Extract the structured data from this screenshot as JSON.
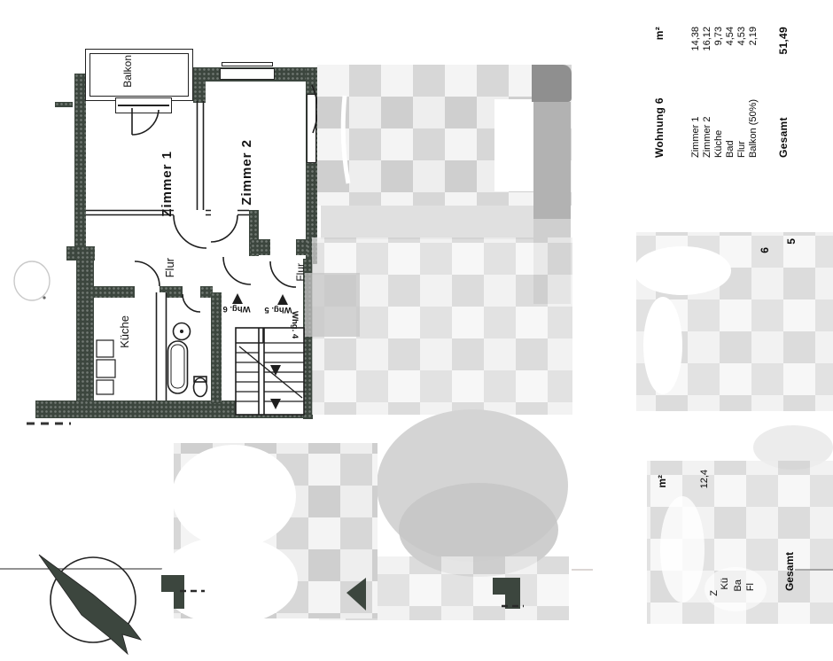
{
  "table_wohnung6": {
    "title": "Wohnung 6",
    "unit": "m²",
    "rows": [
      {
        "label": "Zimmer 1",
        "value": "14,38"
      },
      {
        "label": "Zimmer 2",
        "value": "16,12"
      },
      {
        "label": "Küche",
        "value": "9,73"
      },
      {
        "label": "Bad",
        "value": "4,54"
      },
      {
        "label": "Flur",
        "value": "4,53"
      },
      {
        "label": "Balkon (50%)",
        "value": "2,19"
      }
    ],
    "total_label": "Gesamt",
    "total_value": "51,49"
  },
  "plan_labels": {
    "balkon": "Balkon",
    "zimmer1": "Zimmer 1",
    "zimmer2": "Zimmer 2",
    "flur": "Flur",
    "kueche": "Küche",
    "flur2": "Flur",
    "whg6": "Whg. 6",
    "whg5": "Whg. 5",
    "whg4": "Whg. 4"
  },
  "censored_fragments": {
    "unit": "m²",
    "row_value": "12,4",
    "label_z": "Z",
    "label_kue": "Kü",
    "label_ba": "Ba",
    "label_fl": "Fl",
    "total_label": "Gesamt",
    "digit_a": "6",
    "digit_b": "5"
  },
  "colors": {
    "wall": "#3c463e",
    "line": "#1e1e1e",
    "mosaic_light": "#ececec",
    "mosaic_mid": "#d7d7d7"
  }
}
